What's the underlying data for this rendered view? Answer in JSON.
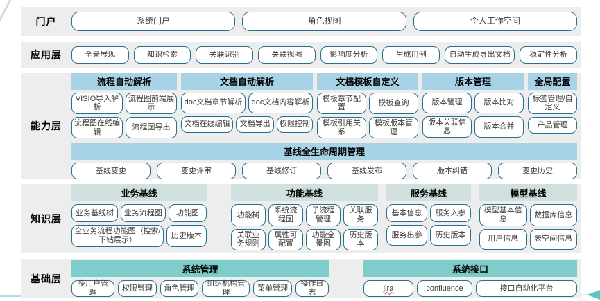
{
  "colors": {
    "band_bg": "#ededed",
    "capability_header_bg": "#a8d3e6",
    "knowledge_header_bg": "#cfe0df",
    "foundation_header_bg": "#7fcdca",
    "button_border": "#266f8e",
    "arrow_teal": "#63c3c3",
    "bottom_line_blue": "#b5d9eb"
  },
  "portal": {
    "label": "门户",
    "buttons": [
      "系统门户",
      "角色视图",
      "个人工作空间"
    ]
  },
  "application": {
    "label": "应用层",
    "buttons": [
      "全景展现",
      "知识检索",
      "关联识别",
      "关联视图",
      "影响度分析",
      "生成用例",
      "自动生成导出文档",
      "稳定性分析"
    ]
  },
  "capability": {
    "label": "能力层",
    "groups": [
      {
        "title": "流程自动解析",
        "row1": [
          "VISIO导入解析",
          "流程图前端展示"
        ],
        "row2": [
          "流程图在线编辑",
          "流程图导出"
        ]
      },
      {
        "title": "文档自动解析",
        "row1": [
          "doc文档章节解析",
          "doc文档内容解析"
        ],
        "row2": [
          "文档在线编辑",
          "文档导出",
          "权限控制"
        ]
      },
      {
        "title": "文档模板自定义",
        "row1": [
          "模板章节配置",
          "模板查询"
        ],
        "row2": [
          "模板引用关系",
          "模板版本管理"
        ]
      },
      {
        "title": "版本管理",
        "row1": [
          "版本管理",
          "版本比对"
        ],
        "row2": [
          "版本关联信息",
          "版本合并"
        ]
      },
      {
        "title": "全局配置",
        "row1": [
          "标签管理/自定义"
        ],
        "row2": [
          "产品管理"
        ]
      }
    ],
    "baseline": {
      "title": "基线全生命周期管理",
      "buttons": [
        "基线变更",
        "变更评审",
        "基线修订",
        "基线发布",
        "版本纠错",
        "变更历史"
      ]
    }
  },
  "knowledge": {
    "label": "知识层",
    "groups": [
      {
        "title": "业务基线",
        "row1": [
          "业务基线树",
          "业务流程图",
          "功能图"
        ],
        "row2": [
          "全业务流程功能图（搜索/下钻展示）",
          "历史版本"
        ]
      },
      {
        "title": "功能基线",
        "row1": [
          "功能树",
          "系统流程图",
          "子流程管理",
          "关联服务"
        ],
        "row2": [
          "关联业务规则",
          "属性可配置",
          "功能全景图",
          "历史版本"
        ]
      },
      {
        "title": "服务基线",
        "row1": [
          "基本信息",
          "服务入参"
        ],
        "row2": [
          "服务出参",
          "历史版本"
        ]
      },
      {
        "title": "模型基线",
        "row1": [
          "模型基本信息",
          "数据库信息"
        ],
        "row2": [
          "用户信息",
          "表空间信息"
        ]
      }
    ]
  },
  "foundation": {
    "label": "基础层",
    "groups": [
      {
        "title": "系统管理",
        "buttons": [
          "多用户管理",
          "权限管理",
          "角色管理",
          "组织机构管理",
          "菜单管理",
          "操作日志"
        ]
      },
      {
        "title": "系统接口",
        "buttons": [
          "jira",
          "confluence",
          "接口自动化平台"
        ]
      }
    ]
  }
}
